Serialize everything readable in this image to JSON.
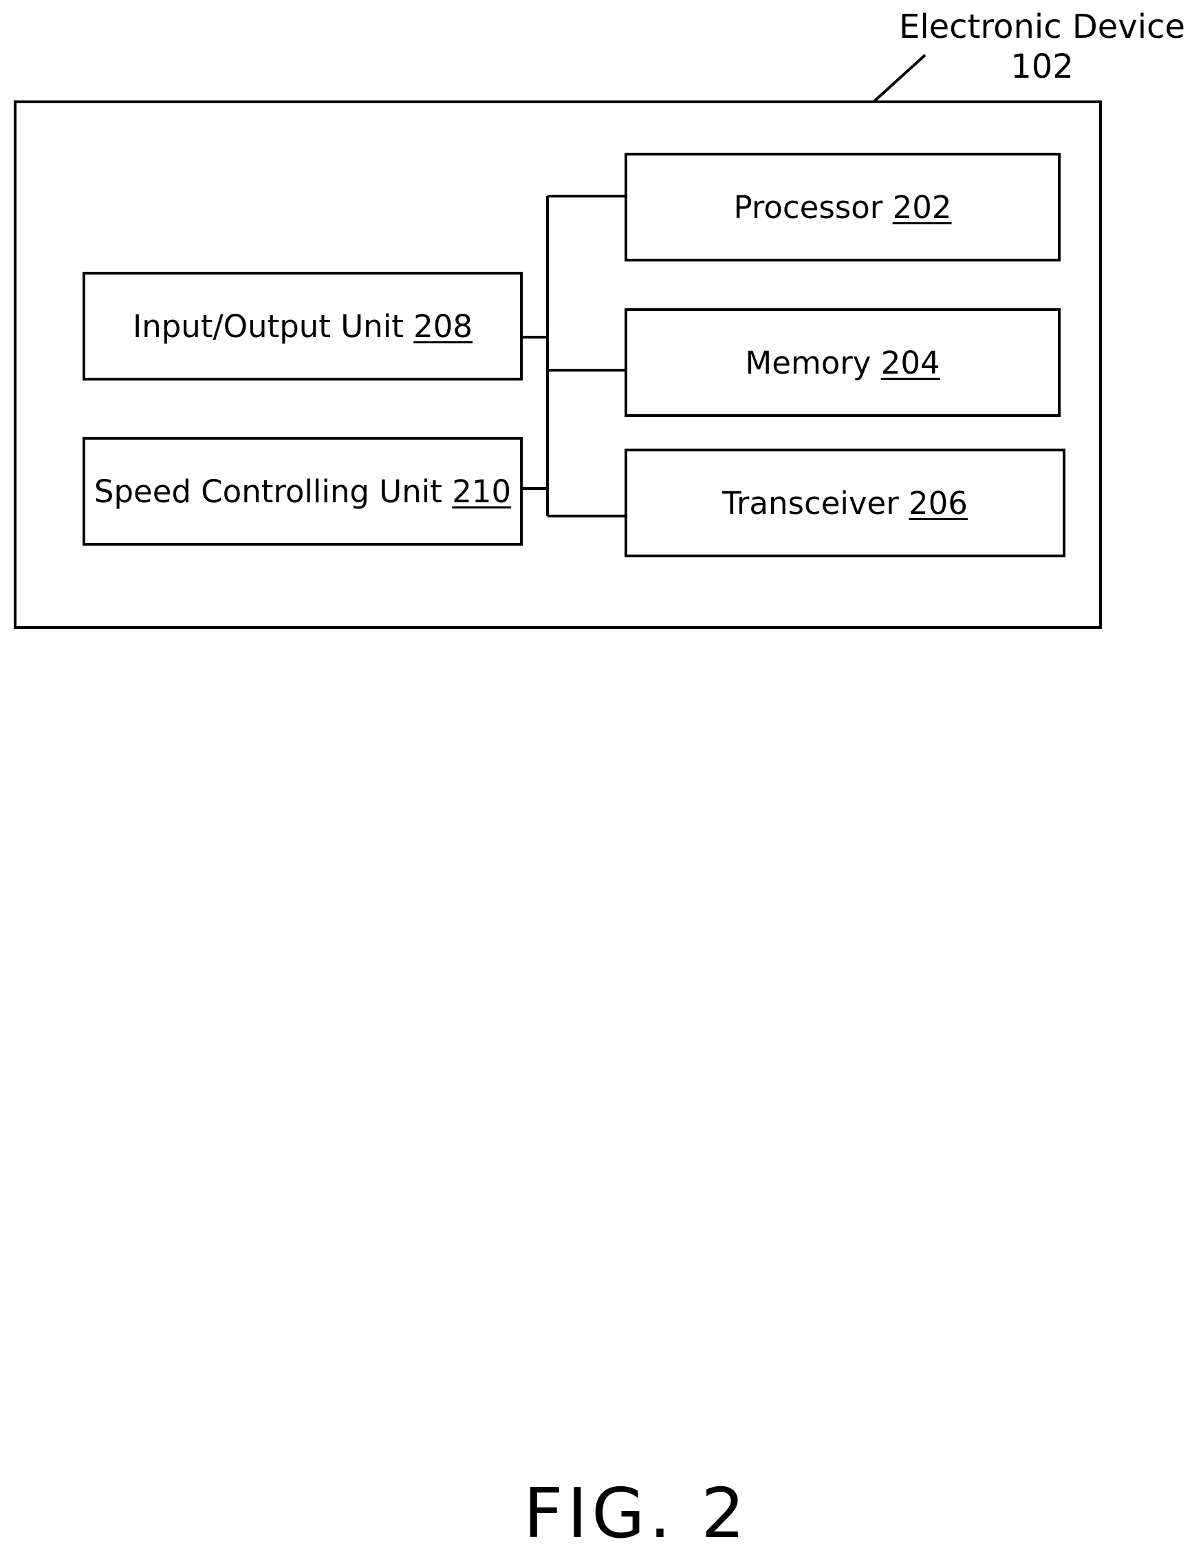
{
  "device": {
    "name": "Electronic Device",
    "ref": "102"
  },
  "blocks": {
    "processor": {
      "name": "Processor",
      "ref": "202"
    },
    "memory": {
      "name": "Memory",
      "ref": "204"
    },
    "transceiver": {
      "name": "Transceiver",
      "ref": "206"
    },
    "io_unit": {
      "name": "Input/Output Unit",
      "ref": "208"
    },
    "speed_unit": {
      "name": "Speed Controlling Unit",
      "ref": "210"
    }
  },
  "figure": {
    "label": "FIG. 2"
  }
}
